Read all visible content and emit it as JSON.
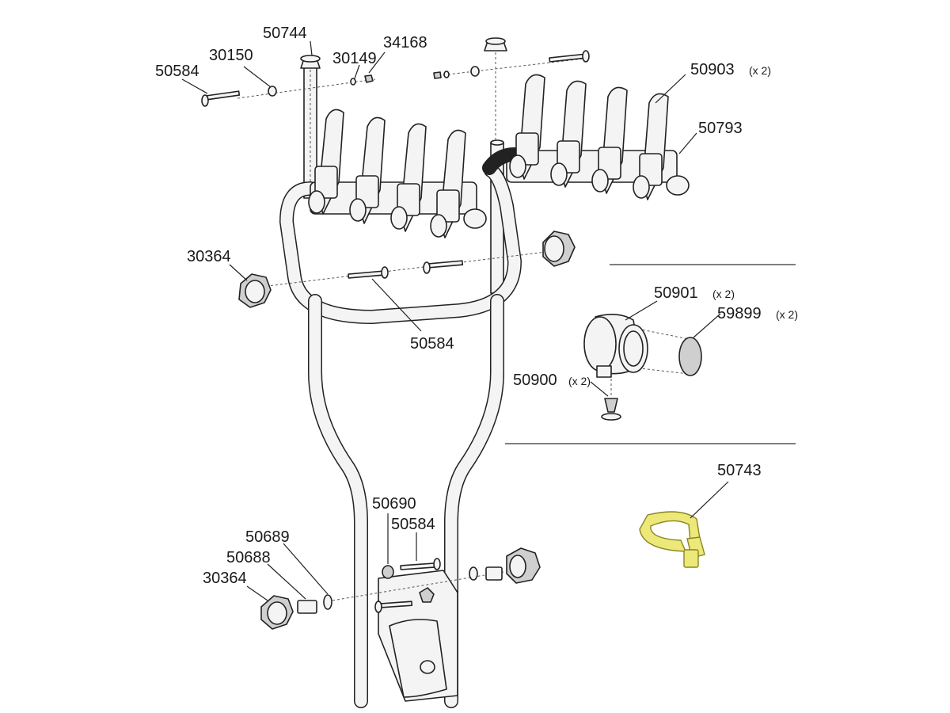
{
  "labels": {
    "p50744": "50744",
    "p30150": "30150",
    "p30149": "30149",
    "p34168": "34168",
    "p50584_top": "50584",
    "p50903": "50903",
    "p50903_qty": "(x 2)",
    "p50793": "50793",
    "p30364_top": "30364",
    "p50584_mid": "50584",
    "p50901": "50901",
    "p50901_qty": "(x 2)",
    "p59899": "59899",
    "p59899_qty": "(x 2)",
    "p50900": "50900",
    "p50900_qty": "(x 2)",
    "p50743": "50743",
    "p50690": "50690",
    "p50584_low": "50584",
    "p50689": "50689",
    "p50688": "50688",
    "p30364_low": "30364"
  },
  "colors": {
    "strap": "#ece87a",
    "line": "#222222"
  }
}
